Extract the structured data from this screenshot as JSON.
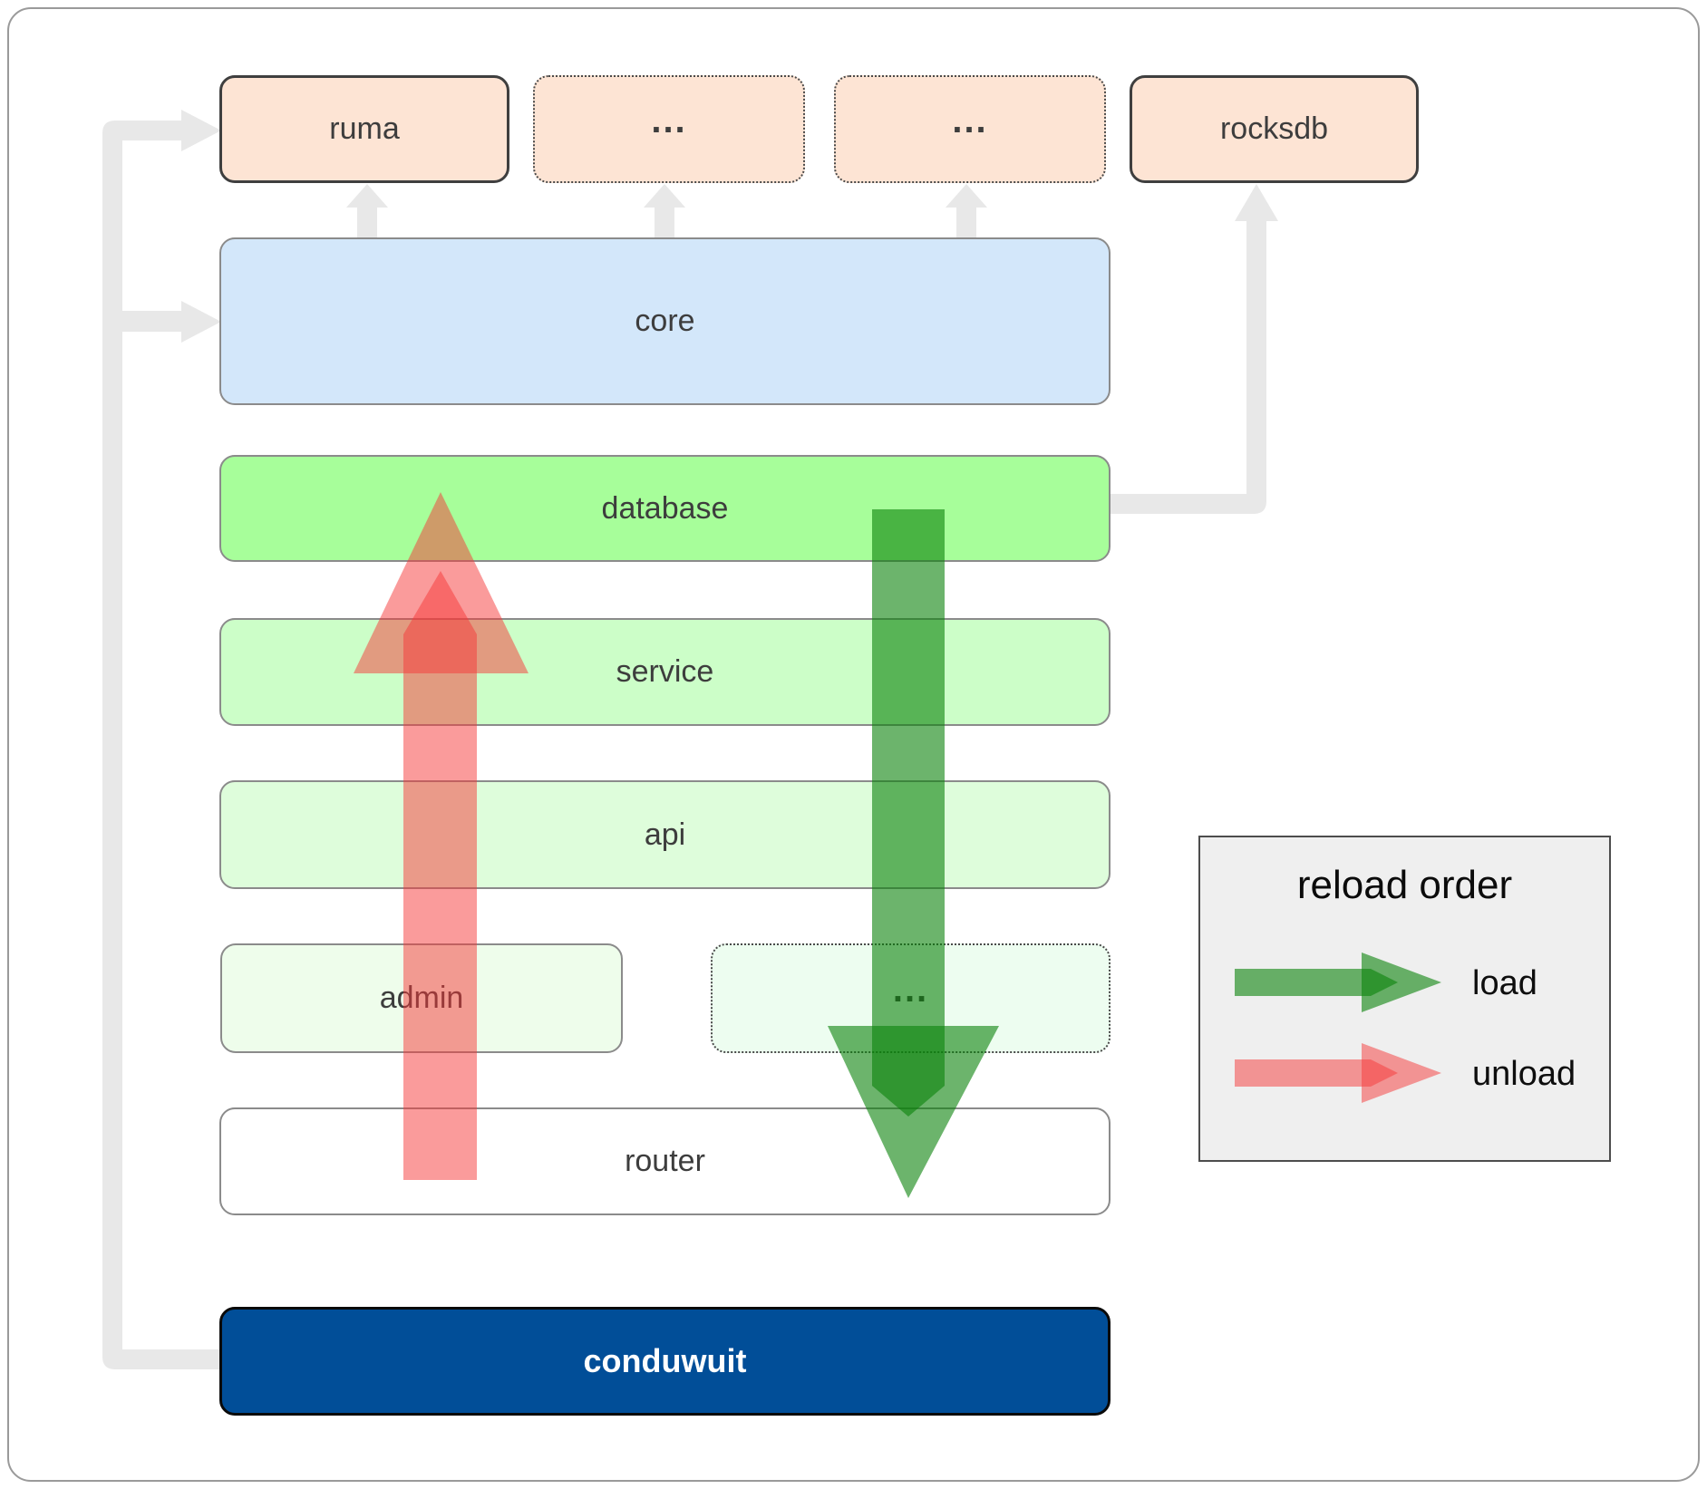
{
  "boxes": {
    "ruma": "ruma",
    "dots_top_1": "...",
    "dots_top_2": "...",
    "rocksdb": "rocksdb",
    "core": "core",
    "database": "database",
    "service": "service",
    "api": "api",
    "admin": "admin",
    "dots_admin": "...",
    "router": "router",
    "conduwuit": "conduwuit"
  },
  "legend": {
    "title": "reload order",
    "items": [
      {
        "label": "load"
      },
      {
        "label": "unload"
      }
    ]
  },
  "colors": {
    "load_green": "#0A820A",
    "unload_red": "#F53737",
    "connector_gray": "#E8E8E8",
    "peach": "#FDE4D4",
    "core_blue": "#D3E7FA",
    "database_green": "#A7FE9A",
    "service_green": "#CCFEC8",
    "api_green": "#DEFDDB",
    "admin_green": "#EEFDEB",
    "conduwuit_blue": "#014E98",
    "legend_bg": "#EFEFEF"
  }
}
